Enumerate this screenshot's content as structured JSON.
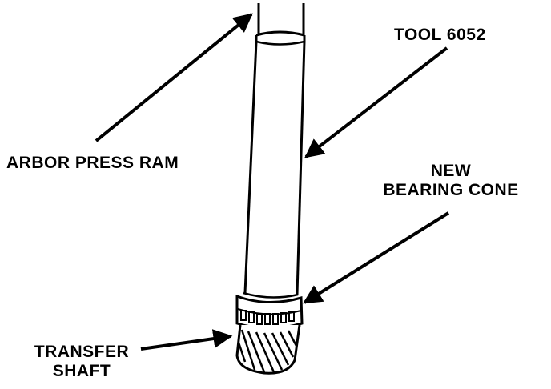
{
  "labels": {
    "tool": "TOOL 6052",
    "arbor_press_ram": "ARBOR PRESS RAM",
    "new_bearing_cone_line1": "NEW",
    "new_bearing_cone_line2": "BEARING CONE",
    "transfer_shaft_line1": "TRANSFER",
    "transfer_shaft_line2": "SHAFT"
  },
  "colors": {
    "ink": "#000000",
    "paper": "#ffffff"
  }
}
